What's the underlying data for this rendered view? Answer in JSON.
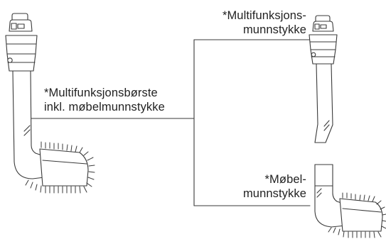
{
  "labels": {
    "combo": {
      "line1": "*Multifunksjonsbørste",
      "line2": "inkl. møbelmunnstykke"
    },
    "multi": {
      "line1": "*Multifunksjons-",
      "line2": "munnstykke"
    },
    "mobel": {
      "line1": "*Møbel-",
      "line2": "munnstykke"
    }
  },
  "icons": {
    "combo": "multifunction-brush-with-furniture-nozzle-icon",
    "multi": "multifunction-nozzle-icon",
    "mobel": "furniture-nozzle-icon"
  },
  "colors": {
    "stroke": "#3a3a3a",
    "text": "#222222",
    "background": "#ffffff"
  }
}
